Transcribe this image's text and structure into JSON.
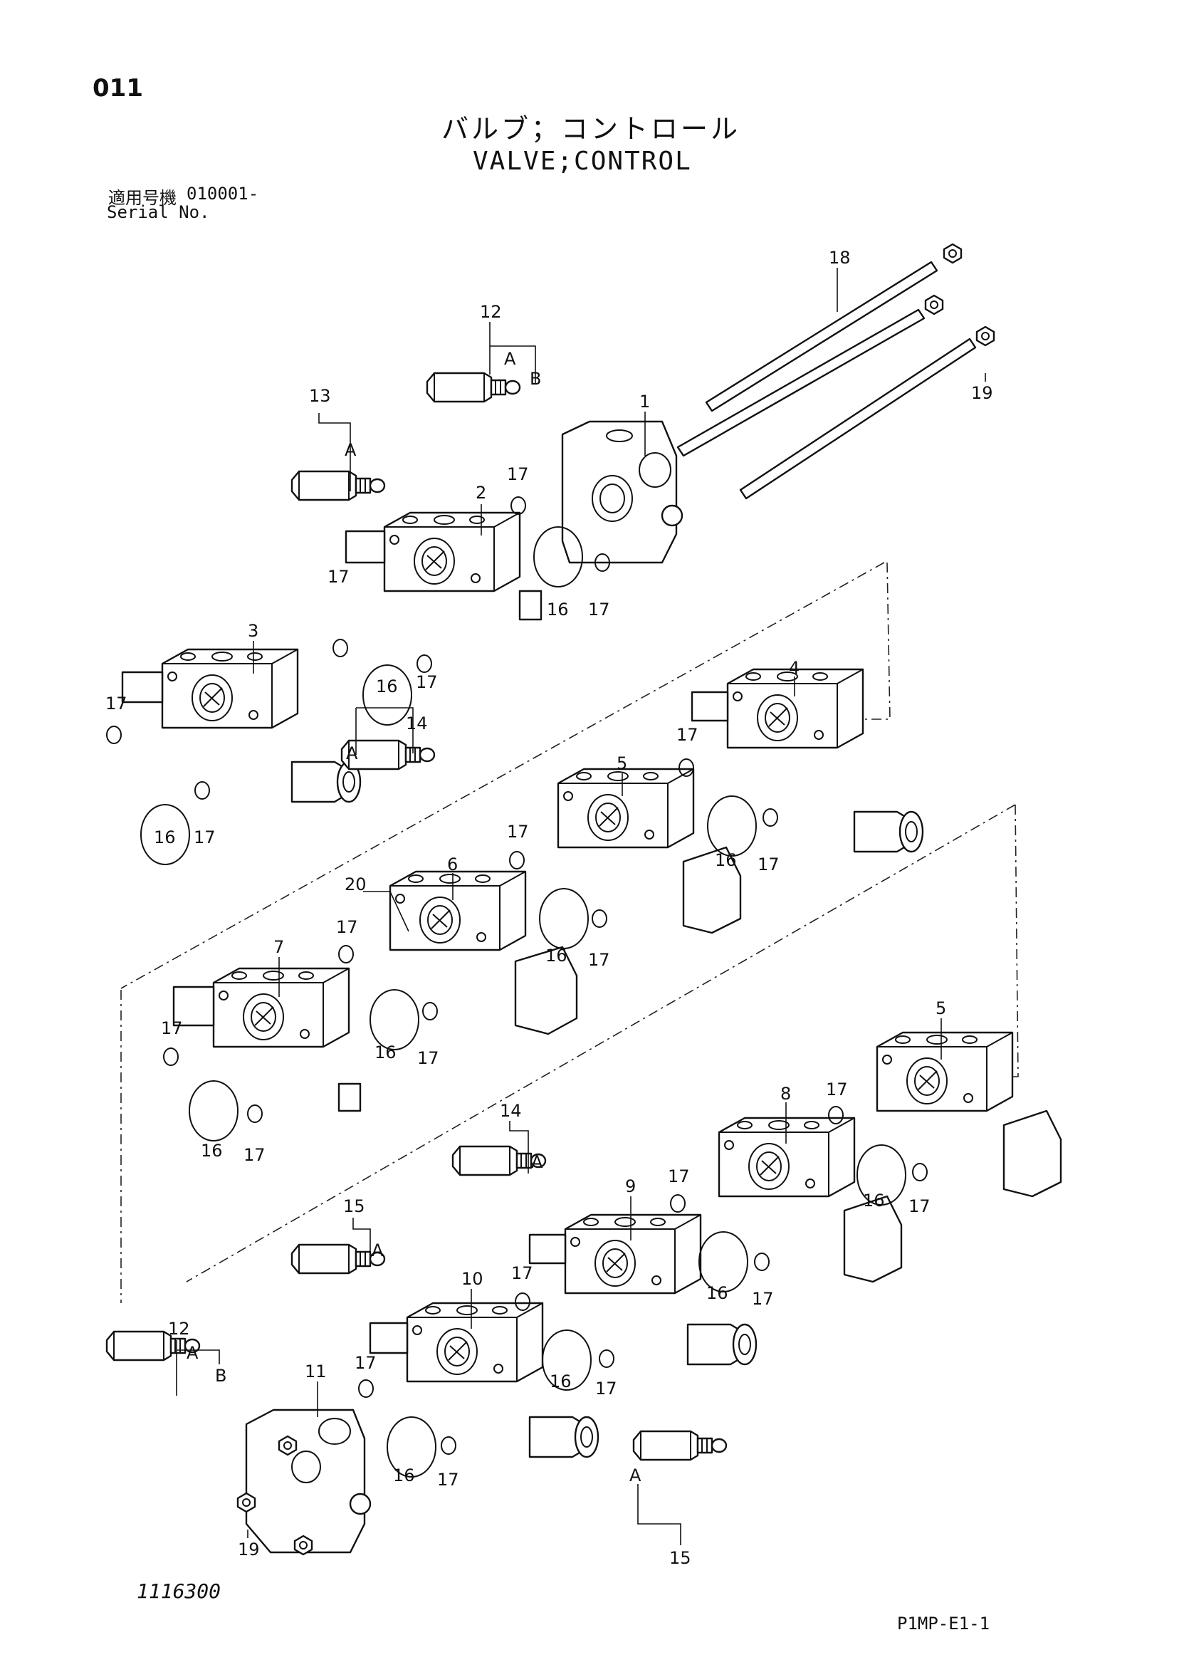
{
  "header": {
    "page_number": "011",
    "title_ja": "バルブ；コントロール",
    "title_en": "VALVE;CONTROL",
    "serial_label_ja": "適用号機",
    "serial_value": "010001-",
    "serial_label_en": "Serial No."
  },
  "footer": {
    "drawing_number": "1116300",
    "figure_code": "P1MP-E1-1"
  },
  "callouts": [
    {
      "id": "c-18",
      "text": "18"
    },
    {
      "id": "c-19-top",
      "text": "19"
    },
    {
      "id": "c-12-top",
      "text": "12"
    },
    {
      "id": "c-12-top-a",
      "text": "A"
    },
    {
      "id": "c-12-top-b",
      "text": "B"
    },
    {
      "id": "c-1",
      "text": "1"
    },
    {
      "id": "c-13",
      "text": "13"
    },
    {
      "id": "c-13-a",
      "text": "A"
    },
    {
      "id": "c-2",
      "text": "2"
    },
    {
      "id": "c-17-v1a",
      "text": "17"
    },
    {
      "id": "c-16-v1",
      "text": "16"
    },
    {
      "id": "c-17-v1b",
      "text": "17"
    },
    {
      "id": "c-17-v2a",
      "text": "17"
    },
    {
      "id": "c-16-v2",
      "text": "16"
    },
    {
      "id": "c-17-v2b",
      "text": "17"
    },
    {
      "id": "c-3",
      "text": "3"
    },
    {
      "id": "c-17-v3a",
      "text": "17"
    },
    {
      "id": "c-16-v3",
      "text": "16"
    },
    {
      "id": "c-17-v3b",
      "text": "17"
    },
    {
      "id": "c-14-top",
      "text": "14"
    },
    {
      "id": "c-14-top-a",
      "text": "A"
    },
    {
      "id": "c-4",
      "text": "4"
    },
    {
      "id": "c-17-v4a",
      "text": "17"
    },
    {
      "id": "c-16-v4",
      "text": "16"
    },
    {
      "id": "c-17-v4b",
      "text": "17"
    },
    {
      "id": "c-5-top",
      "text": "5"
    },
    {
      "id": "c-17-v5a",
      "text": "17"
    },
    {
      "id": "c-16-v5",
      "text": "16"
    },
    {
      "id": "c-17-v5b",
      "text": "17"
    },
    {
      "id": "c-6",
      "text": "6"
    },
    {
      "id": "c-20",
      "text": "20"
    },
    {
      "id": "c-17-v6a",
      "text": "17"
    },
    {
      "id": "c-16-v6",
      "text": "16"
    },
    {
      "id": "c-17-v6b",
      "text": "17"
    },
    {
      "id": "c-7",
      "text": "7"
    },
    {
      "id": "c-17-v7a",
      "text": "17"
    },
    {
      "id": "c-16-v7",
      "text": "16"
    },
    {
      "id": "c-17-v7b",
      "text": "17"
    },
    {
      "id": "c-5-bot",
      "text": "5"
    },
    {
      "id": "c-17-v5ba",
      "text": "17"
    },
    {
      "id": "c-16-v5b",
      "text": "16"
    },
    {
      "id": "c-17-v5bb",
      "text": "17"
    },
    {
      "id": "c-8",
      "text": "8"
    },
    {
      "id": "c-17-v8a",
      "text": "17"
    },
    {
      "id": "c-16-v8",
      "text": "16"
    },
    {
      "id": "c-17-v8b",
      "text": "17"
    },
    {
      "id": "c-14-mid",
      "text": "14"
    },
    {
      "id": "c-14-mid-a",
      "text": "A"
    },
    {
      "id": "c-9",
      "text": "9"
    },
    {
      "id": "c-17-v9a",
      "text": "17"
    },
    {
      "id": "c-16-v9",
      "text": "16"
    },
    {
      "id": "c-17-v9b",
      "text": "17"
    },
    {
      "id": "c-15-top",
      "text": "15"
    },
    {
      "id": "c-15-top-a",
      "text": "A"
    },
    {
      "id": "c-10",
      "text": "10"
    },
    {
      "id": "c-17-v10a",
      "text": "17"
    },
    {
      "id": "c-16-v10",
      "text": "16"
    },
    {
      "id": "c-17-v10b",
      "text": "17"
    },
    {
      "id": "c-12-bot",
      "text": "12"
    },
    {
      "id": "c-12-bot-a",
      "text": "A"
    },
    {
      "id": "c-12-bot-b",
      "text": "B"
    },
    {
      "id": "c-11",
      "text": "11"
    },
    {
      "id": "c-19-bot",
      "text": "19"
    },
    {
      "id": "c-15-bot",
      "text": "15"
    },
    {
      "id": "c-15-bot-a",
      "text": "A"
    }
  ]
}
